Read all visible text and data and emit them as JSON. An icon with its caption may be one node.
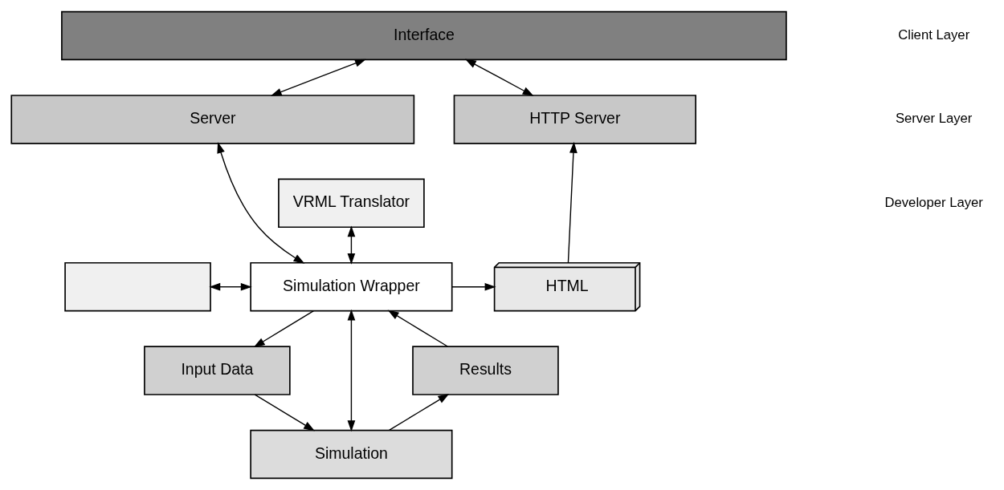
{
  "diagram": {
    "nodes": [
      {
        "text": [
          "Interface"
        ]
      },
      {
        "text": [
          "Server"
        ]
      },
      {
        "text": [
          "HTTP Server"
        ]
      },
      {
        "text": [],
        "shape": "box"
      },
      {
        "text": [
          "Simulation Wrapper"
        ]
      },
      {
        "text": [
          "HTML"
        ]
      },
      {
        "text": [
          "VRML Translator"
        ]
      },
      {
        "text": [
          "Input Data"
        ]
      },
      {
        "text": [
          "Results"
        ]
      },
      {
        "text": [
          "Simulation"
        ]
      }
    ],
    "edges": [
      {
        "from": 0,
        "to": 1,
        "arrow": "both"
      },
      {
        "from": 0,
        "to": 2,
        "arrow": "both"
      },
      {
        "from": 1,
        "to": 4,
        "arrow": "both"
      },
      {
        "from": 5,
        "to": 2,
        "arrow": "to"
      },
      {
        "from": 3,
        "to": 4,
        "arrow": "both"
      },
      {
        "from": 6,
        "to": 4,
        "arrow": "both"
      },
      {
        "from": 4,
        "to": 5,
        "arrow": "to"
      },
      {
        "from": 4,
        "to": 7,
        "arrow": "to"
      },
      {
        "from": 4,
        "to": 9,
        "arrow": "both"
      },
      {
        "from": 8,
        "to": 4,
        "arrow": "to"
      },
      {
        "from": 7,
        "to": 9,
        "arrow": "to"
      },
      {
        "from": 9,
        "to": 8,
        "arrow": "to"
      }
    ],
    "labels": [
      "Client Layer",
      "Server Layer",
      "Developer Layer"
    ]
  }
}
